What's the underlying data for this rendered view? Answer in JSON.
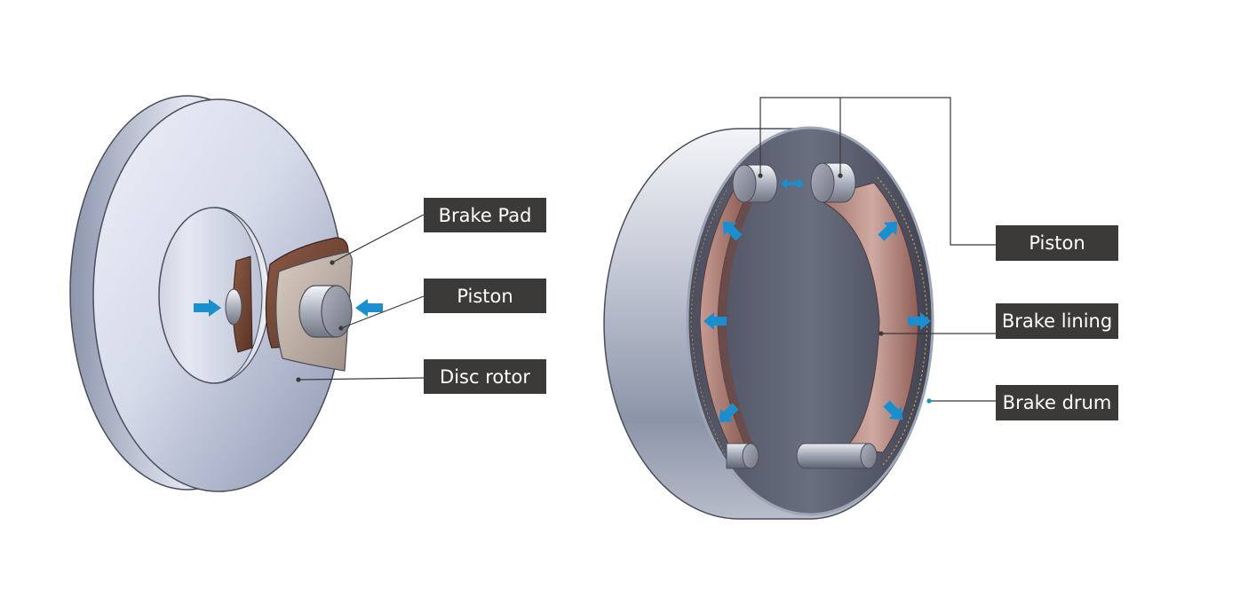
{
  "disc_brake": {
    "labels": {
      "brake_pad": "Brake Pad",
      "piston": "Piston",
      "disc_rotor": "Disc rotor"
    }
  },
  "drum_brake": {
    "labels": {
      "piston": "Piston",
      "brake_lining": "Brake lining",
      "brake_drum": "Brake drum"
    }
  },
  "colors": {
    "label_background": "#3b3a38",
    "label_text": "#ffffff",
    "arrow": "#1a8fd0",
    "leader_line": "#3b3a38",
    "lining": "#b07d75",
    "metal": "#c9cfdc"
  }
}
